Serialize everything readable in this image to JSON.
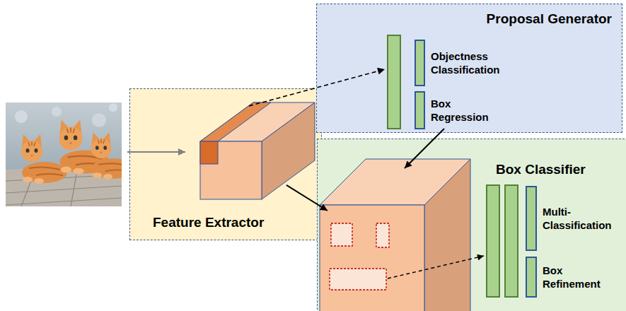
{
  "diagram": {
    "nodes": [
      {
        "text": [
          "Feature Extractor"
        ]
      },
      {
        "text": [
          "Proposal Generator"
        ]
      },
      {
        "text": [
          "Objectness Classification"
        ],
        "in": 1
      },
      {
        "text": [
          "Box Regression"
        ],
        "in": 1
      },
      {
        "text": [
          "Box Classifier"
        ]
      },
      {
        "text": [
          "Multi-Classification"
        ],
        "in": 4
      },
      {
        "text": [
          "Box Refinement"
        ],
        "in": 4
      }
    ],
    "edges": [
      {
        "from": 0,
        "to": 1,
        "arrow": "to"
      },
      {
        "from": 1,
        "to": 4,
        "arrow": "to"
      },
      {
        "from": 0,
        "to": 4,
        "arrow": "to"
      }
    ]
  }
}
